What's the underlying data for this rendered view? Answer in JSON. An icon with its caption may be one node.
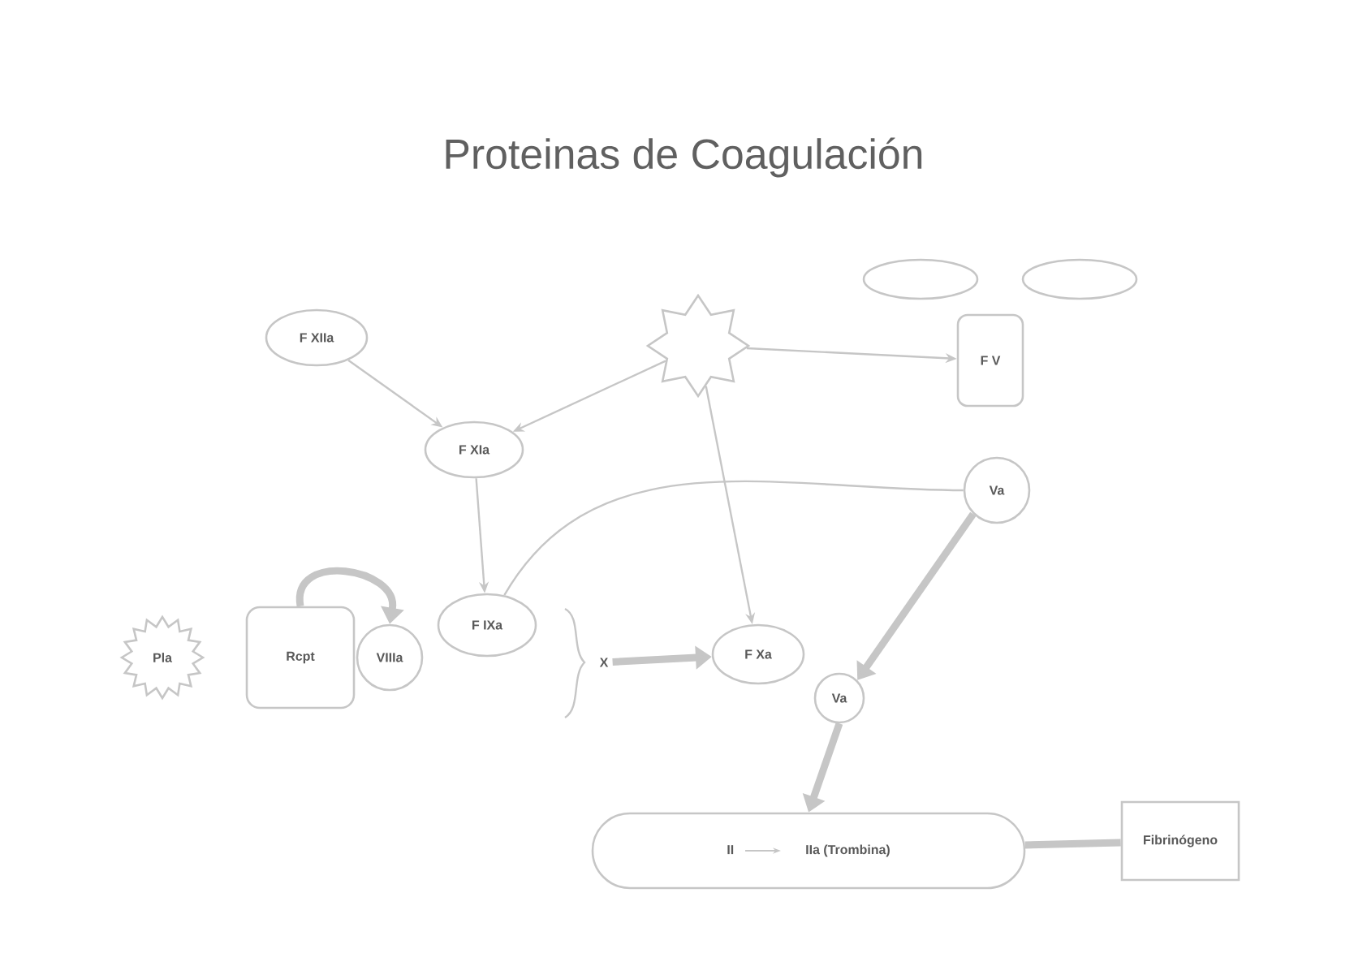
{
  "diagram": {
    "title": "Proteinas de Coagulación",
    "nodes": [
      {
        "text": [
          "F XIIa"
        ]
      },
      {
        "text": [
          "F XIa"
        ]
      },
      {
        "text": [],
        "shape": "sun"
      },
      {
        "text": [],
        "shape": "ellipse"
      },
      {
        "text": [],
        "shape": "ellipse"
      },
      {
        "text": [
          "F V"
        ]
      },
      {
        "text": [
          "Va"
        ]
      },
      {
        "text": [
          "Pla"
        ]
      },
      {
        "text": [
          "Rcpt"
        ]
      },
      {
        "text": [
          "VIIIa"
        ]
      },
      {
        "text": [
          "F IXa"
        ]
      },
      {
        "text": [
          "X"
        ]
      },
      {
        "text": [
          "F Xa"
        ]
      },
      {
        "text": [
          "Va"
        ]
      },
      {
        "text": [
          "II",
          "IIa (Trombina)"
        ]
      },
      {
        "text": [
          "Fibrinógeno"
        ]
      }
    ],
    "edges": [
      {
        "from": 0,
        "to": 1,
        "arrow": "to"
      },
      {
        "from": 2,
        "to": 1,
        "arrow": "to"
      },
      {
        "from": 2,
        "to": 5,
        "arrow": "to"
      },
      {
        "from": 2,
        "to": 12,
        "arrow": "to"
      },
      {
        "from": 1,
        "to": 10,
        "arrow": "to"
      },
      {
        "from": 10,
        "to": 6,
        "arrow": "none"
      },
      {
        "from": 6,
        "to": 13,
        "arrow": "to",
        "style": "thick"
      },
      {
        "from": 8,
        "to": 9,
        "arrow": "to",
        "style": "thick"
      },
      {
        "from": 11,
        "to": 12,
        "arrow": "to",
        "style": "thick"
      },
      {
        "from": 13,
        "to": 14,
        "arrow": "to",
        "style": "thick"
      },
      {
        "from": 14,
        "to": 15,
        "arrow": "none",
        "style": "thick"
      }
    ]
  }
}
